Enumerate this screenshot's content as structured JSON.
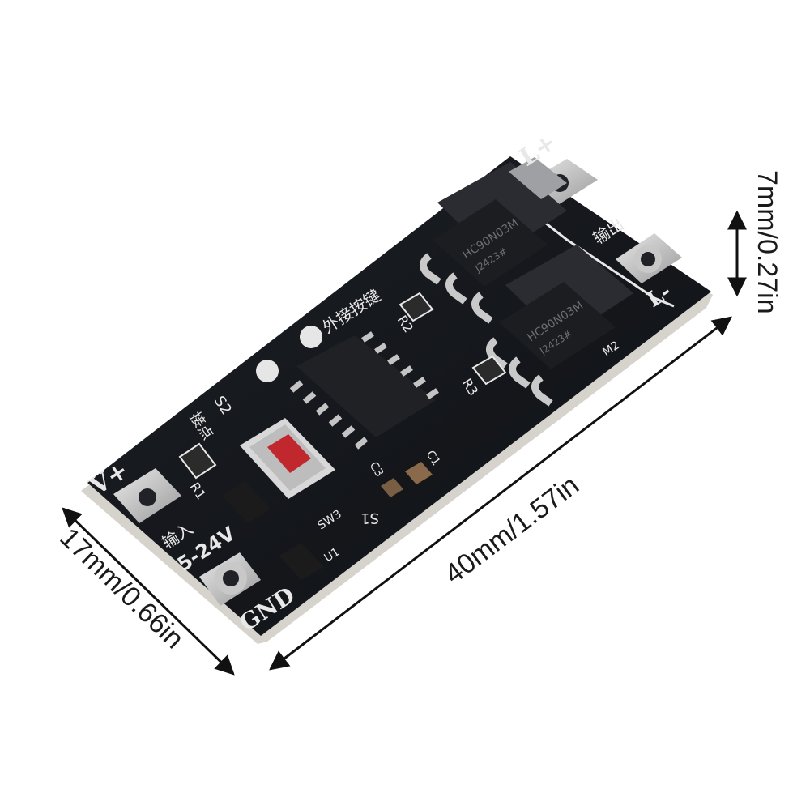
{
  "dimensions": {
    "length": "40mm/1.57in",
    "width": "17mm/0.66in",
    "height": "7mm/0.27in"
  },
  "board": {
    "input_positive": "V+",
    "input_ground": "GND",
    "input_label": "输入",
    "input_voltage": "5-24V",
    "output_positive": "L+",
    "output_negative": "L-",
    "output_label": "输出",
    "external_button_label": "外接按键",
    "switch_mode_label": "接点",
    "s2": "S2",
    "s1": "S1",
    "sw3": "SW3",
    "u1": "U1",
    "r1": "R1",
    "r2": "R2",
    "r3": "R3",
    "c1": "C1",
    "c3": "C3",
    "m2": "M2",
    "mosfet_part": "HC90N03M",
    "mosfet_code": "J2423#"
  },
  "colors": {
    "pcb": "#121418",
    "silkscreen": "#e8e8e8",
    "button": "#c0282e",
    "background": "#ffffff"
  }
}
